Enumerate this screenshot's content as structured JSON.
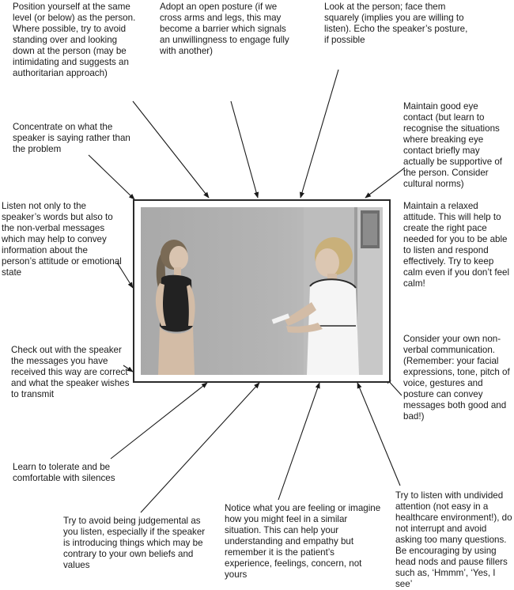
{
  "tips": {
    "position": "Position yourself at the same level (or below) as the person. Where possible, try to avoid standing over and looking down at the person (may be intimidating and suggests an authoritarian approach)",
    "open_posture": "Adopt an open posture (if we cross arms and legs, this may become a barrier which signals an unwillingness to engage fully with another)",
    "face_squarely": "Look at the person; face them squarely (implies you are willing to listen). Echo the speaker’s posture, if possible",
    "eye_contact": "Maintain good eye contact (but learn to recognise the situations where breaking eye contact briefly may actually be supportive of the person. Consider cultural norms)",
    "concentrate": "Concentrate on what the speaker is saying rather than the problem",
    "relaxed": "Maintain a relaxed attitude. This will help to create the right pace needed for you to be able to listen and respond effectively. Try to keep calm even if you don’t feel calm!",
    "non_verbal_messages": "Listen not only to the speaker’s words but also to the non-verbal messages which may help to convey information about the person’s attitude or emotional state",
    "check_out": "Check out with the speaker the messages you have received this way are correct and what the speaker wishes to transmit",
    "own_non_verbal": "Consider your own non-verbal communication. (Remember: your facial expressions, tone, pitch of voice, gestures and posture can convey messages both good and bad!)",
    "silences": "Learn to tolerate and be comfortable with silences",
    "judgemental": "Try to avoid being judgemental as you listen, especially if the speaker is introducing things which may be contrary to your own beliefs and values",
    "notice_feeling": "Notice what you are feeling or imagine how you might feel in a similar situation. This can help your understanding and empathy but remember it is the patient’s experience, feelings, concern, not yours",
    "undivided_attention": "Try to listen with undivided attention (not easy in a healthcare environment!), do not interrupt and avoid asking too many questions. Be encouraging by using head nods and pause fillers such as, ‘Hmmm’, ‘Yes, I see’"
  }
}
